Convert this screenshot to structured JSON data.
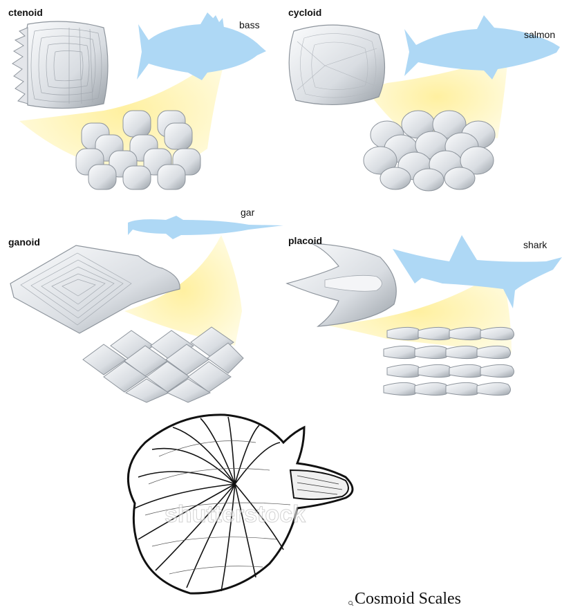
{
  "panels": {
    "ctenoid": {
      "type_label": "ctenoid",
      "fish_label": "bass"
    },
    "cycloid": {
      "type_label": "cycloid",
      "fish_label": "salmon"
    },
    "ganoid": {
      "type_label": "ganoid",
      "fish_label": "gar"
    },
    "placoid": {
      "type_label": "placoid",
      "fish_label": "shark"
    }
  },
  "cosmoid": {
    "caption": "Cosmoid Scales",
    "watermark": "shutterstock"
  },
  "colors": {
    "fish": "#aed8f5",
    "highlight": "#fff4a8",
    "scale_fill": "#e8eaee",
    "scale_line": "#8d949c"
  },
  "icons": {
    "watermark_mark": "magnifier-icon"
  }
}
